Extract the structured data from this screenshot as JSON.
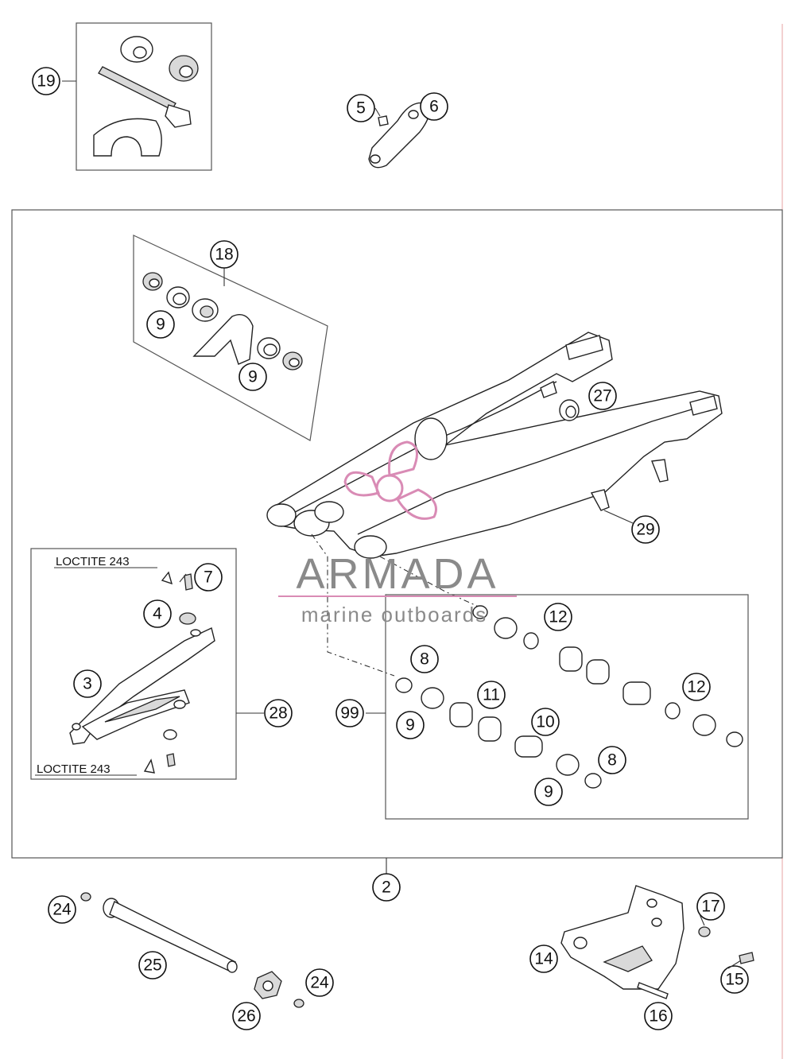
{
  "callouts": {
    "c19": "19",
    "c5": "5",
    "c6": "6",
    "c18": "18",
    "c9a": "9",
    "c9b": "9",
    "c27": "27",
    "c29": "29",
    "c7": "7",
    "c4": "4",
    "c3": "3",
    "c28": "28",
    "c12a": "12",
    "c8a": "8",
    "c11": "11",
    "c99": "99",
    "c9c": "9",
    "c10": "10",
    "c12b": "12",
    "c8b": "8",
    "c9d": "9",
    "c2": "2",
    "c24a": "24",
    "c25": "25",
    "c24b": "24",
    "c26": "26",
    "c17": "17",
    "c14": "14",
    "c15": "15",
    "c16": "16"
  },
  "labels": {
    "loctite_top": "LOCTITE 243",
    "loctite_bottom": "LOCTITE 243"
  },
  "watermark": {
    "brand": "ARMADA",
    "tagline": "marine outboards",
    "accent_color": "#d98bb5",
    "text_color": "#8a8a8a"
  }
}
